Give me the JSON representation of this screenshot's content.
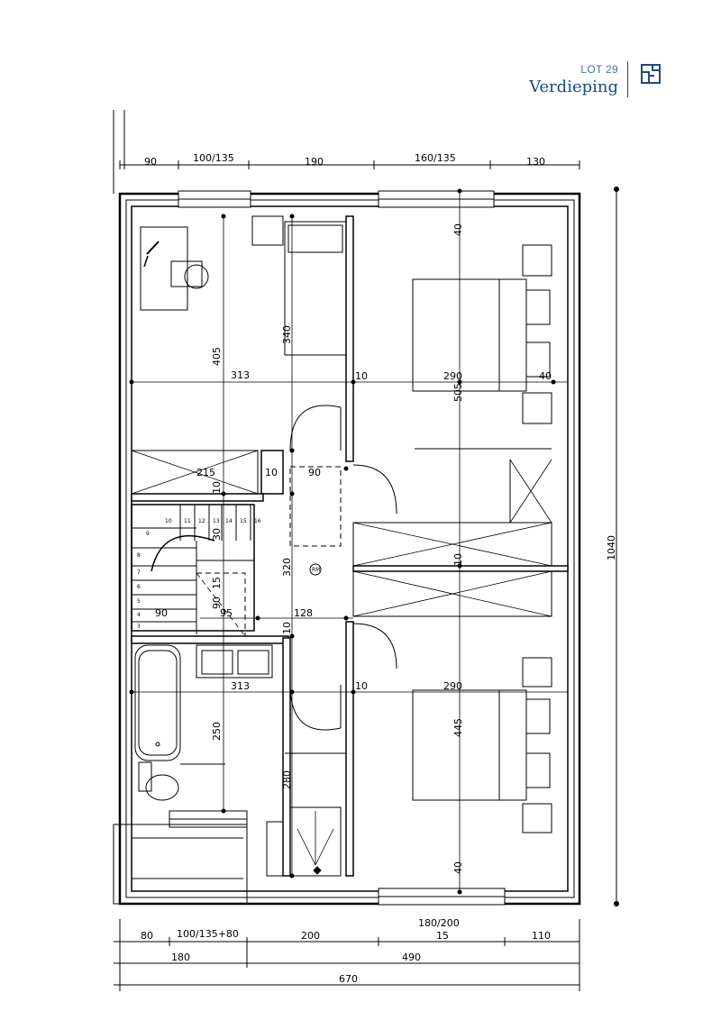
{
  "header": {
    "lot": "LOT 29",
    "floor": "Verdieping",
    "icon": "floorplan-icon"
  },
  "dimensions": {
    "top": [
      "90",
      "100/135",
      "190",
      "160/135",
      "130"
    ],
    "bottom_row1": [
      "80",
      "100/135+80",
      "200",
      "15",
      "110"
    ],
    "bottom_window2": "180/200",
    "bottom_row2": [
      "180",
      "490"
    ],
    "bottom_total": "670",
    "right_total": "1040",
    "interior": {
      "h405": "405",
      "h313a": "313",
      "h340": "340",
      "h10a": "10",
      "h290a": "290",
      "h40a": "40",
      "h505": "505",
      "h40top": "40",
      "h215": "215",
      "h10b": "10",
      "h90a": "90",
      "h10c": "10",
      "h30": "30",
      "h320": "320",
      "h15": "15",
      "h90b": "90",
      "h95": "95",
      "h128": "128",
      "h90c": "90",
      "h10d": "10",
      "h10e": "10",
      "h313b": "313",
      "h10f": "10",
      "h290b": "290",
      "h250": "250",
      "h445": "445",
      "h280": "280",
      "h40bot": "40"
    },
    "stairs": [
      "10",
      "11",
      "12",
      "13",
      "14",
      "15",
      "16",
      "9",
      "8",
      "7",
      "6",
      "5",
      "4",
      "3"
    ],
    "rm": "RM"
  }
}
